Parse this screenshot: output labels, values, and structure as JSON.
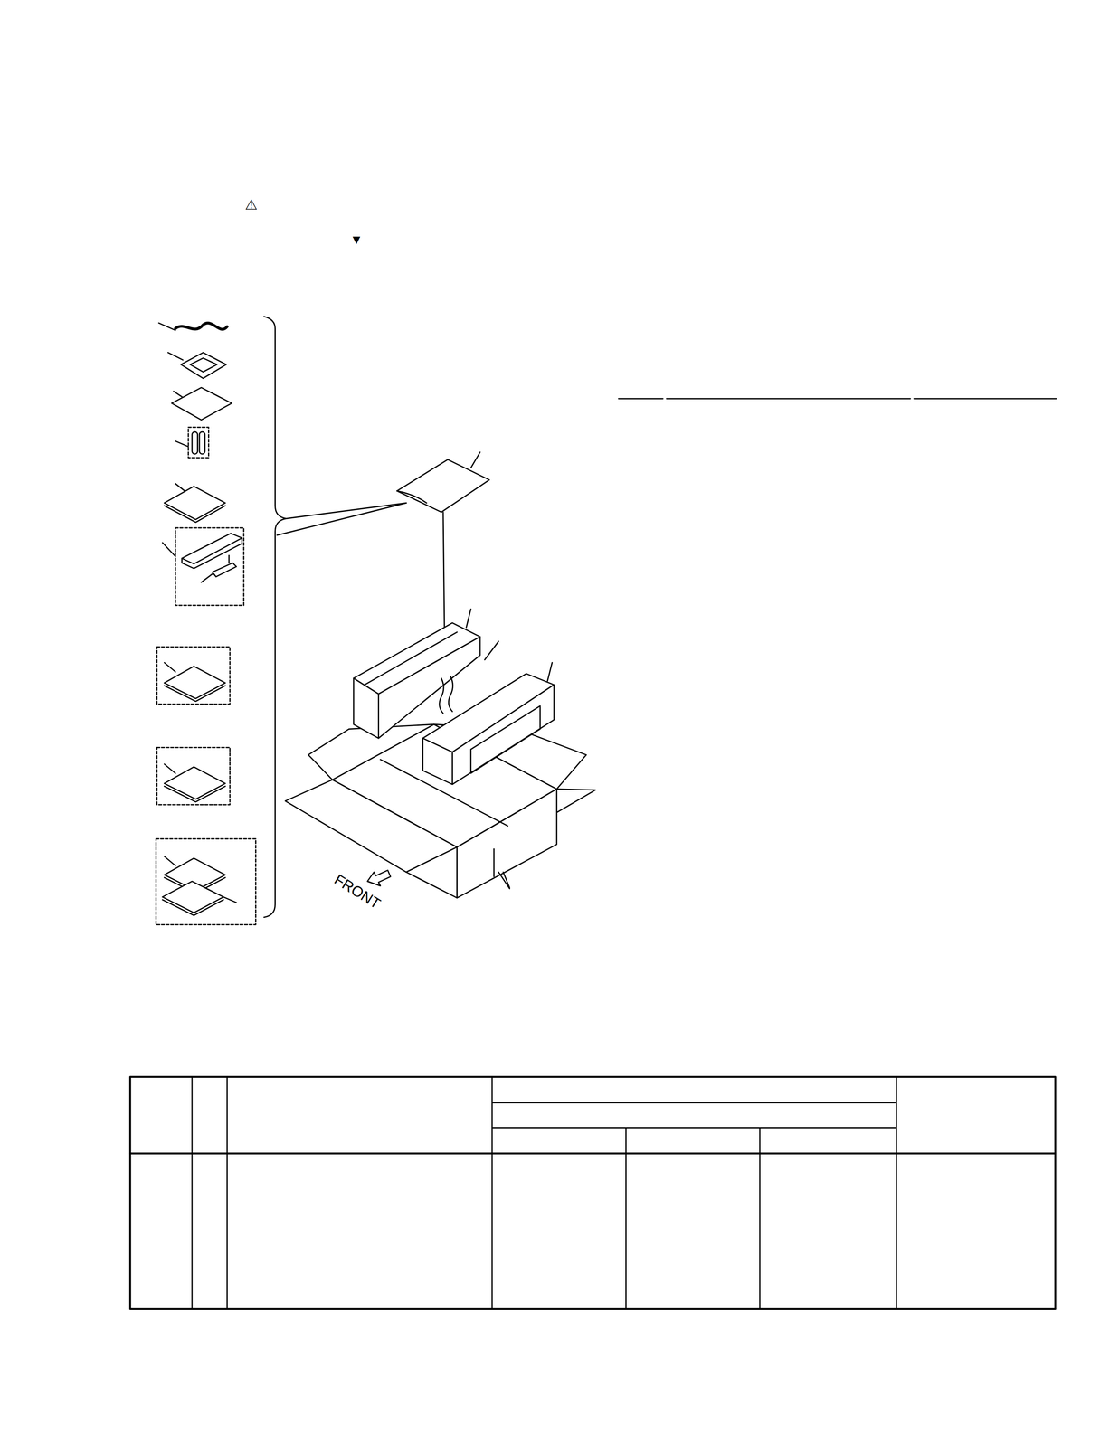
{
  "diagram": {
    "labels": [
      "⚠",
      "▼",
      "FRONT"
    ]
  }
}
